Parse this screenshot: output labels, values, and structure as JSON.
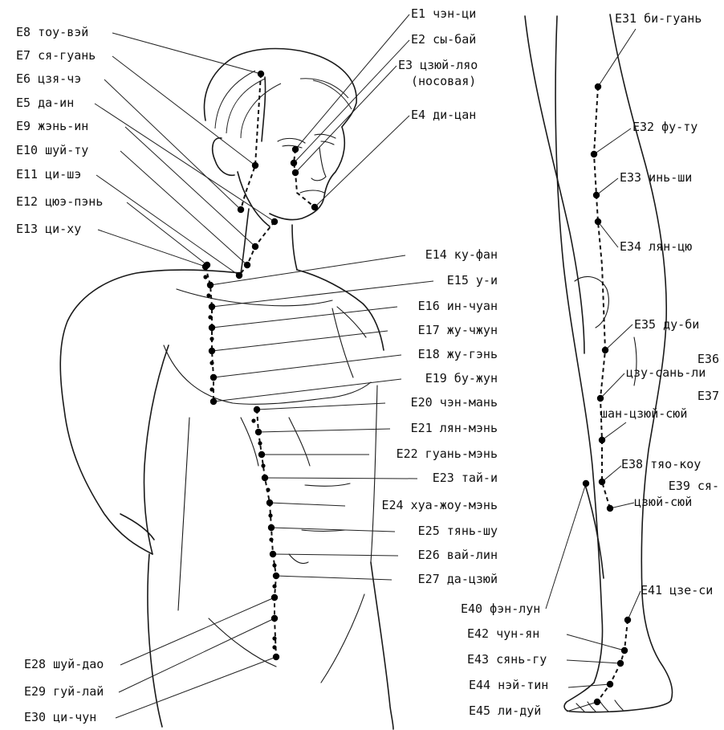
{
  "points": [
    {
      "code": "E1",
      "name": "чэн-ци"
    },
    {
      "code": "E2",
      "name": "сы-бай"
    },
    {
      "code": "E3",
      "name": "цзюй-ляо"
    },
    {
      "code": "E3_note",
      "name": "(носовая)"
    },
    {
      "code": "E4",
      "name": "ди-цан"
    },
    {
      "code": "E5",
      "name": "да-ин"
    },
    {
      "code": "E6",
      "name": "цзя-чэ"
    },
    {
      "code": "E7",
      "name": "ся-гуань"
    },
    {
      "code": "E8",
      "name": "тоу-вэй"
    },
    {
      "code": "E9",
      "name": "жэнь-ин"
    },
    {
      "code": "E10",
      "name": "шуй-ту"
    },
    {
      "code": "E11",
      "name": "ци-шэ"
    },
    {
      "code": "E12",
      "name": "цюэ-пэнь"
    },
    {
      "code": "E13",
      "name": "ци-ху"
    },
    {
      "code": "E14",
      "name": "ку-фан"
    },
    {
      "code": "E15",
      "name": "у-и"
    },
    {
      "code": "E16",
      "name": "ин-чуан"
    },
    {
      "code": "E17",
      "name": "жу-чжун"
    },
    {
      "code": "E18",
      "name": "жу-гэнь"
    },
    {
      "code": "E19",
      "name": "бу-жун"
    },
    {
      "code": "E20",
      "name": "чэн-мань"
    },
    {
      "code": "E21",
      "name": "лян-мэнь"
    },
    {
      "code": "E22",
      "name": "гуань-мэнь"
    },
    {
      "code": "E23",
      "name": "тай-и"
    },
    {
      "code": "E24",
      "name": "хуа-жоу-мэнь"
    },
    {
      "code": "E25",
      "name": "тянь-шу"
    },
    {
      "code": "E26",
      "name": "вай-лин"
    },
    {
      "code": "E27",
      "name": "да-цзюй"
    },
    {
      "code": "E28",
      "name": "шуй-дао"
    },
    {
      "code": "E29",
      "name": "гуй-лай"
    },
    {
      "code": "E30",
      "name": "ци-чун"
    },
    {
      "code": "E31",
      "name": "би-гуань"
    },
    {
      "code": "E32",
      "name": "фу-ту"
    },
    {
      "code": "E33",
      "name": "инь-ши"
    },
    {
      "code": "E34",
      "name": "лян-цю"
    },
    {
      "code": "E35",
      "name": "ду-би"
    },
    {
      "code": "E36",
      "name": "цзу-сань-ли"
    },
    {
      "code": "E37",
      "name": "шан-цзюй-сюй"
    },
    {
      "code": "E38",
      "name": "тяо-коу"
    },
    {
      "code": "E39",
      "name": "ся-цзюй-сюй"
    },
    {
      "code": "E40",
      "name": "фэн-лун"
    },
    {
      "code": "E41",
      "name": "цзе-си"
    },
    {
      "code": "E42",
      "name": "чун-ян"
    },
    {
      "code": "E43",
      "name": "сянь-гу"
    },
    {
      "code": "E44",
      "name": "нэй-тин"
    },
    {
      "code": "E45",
      "name": "ли-дуй"
    }
  ]
}
